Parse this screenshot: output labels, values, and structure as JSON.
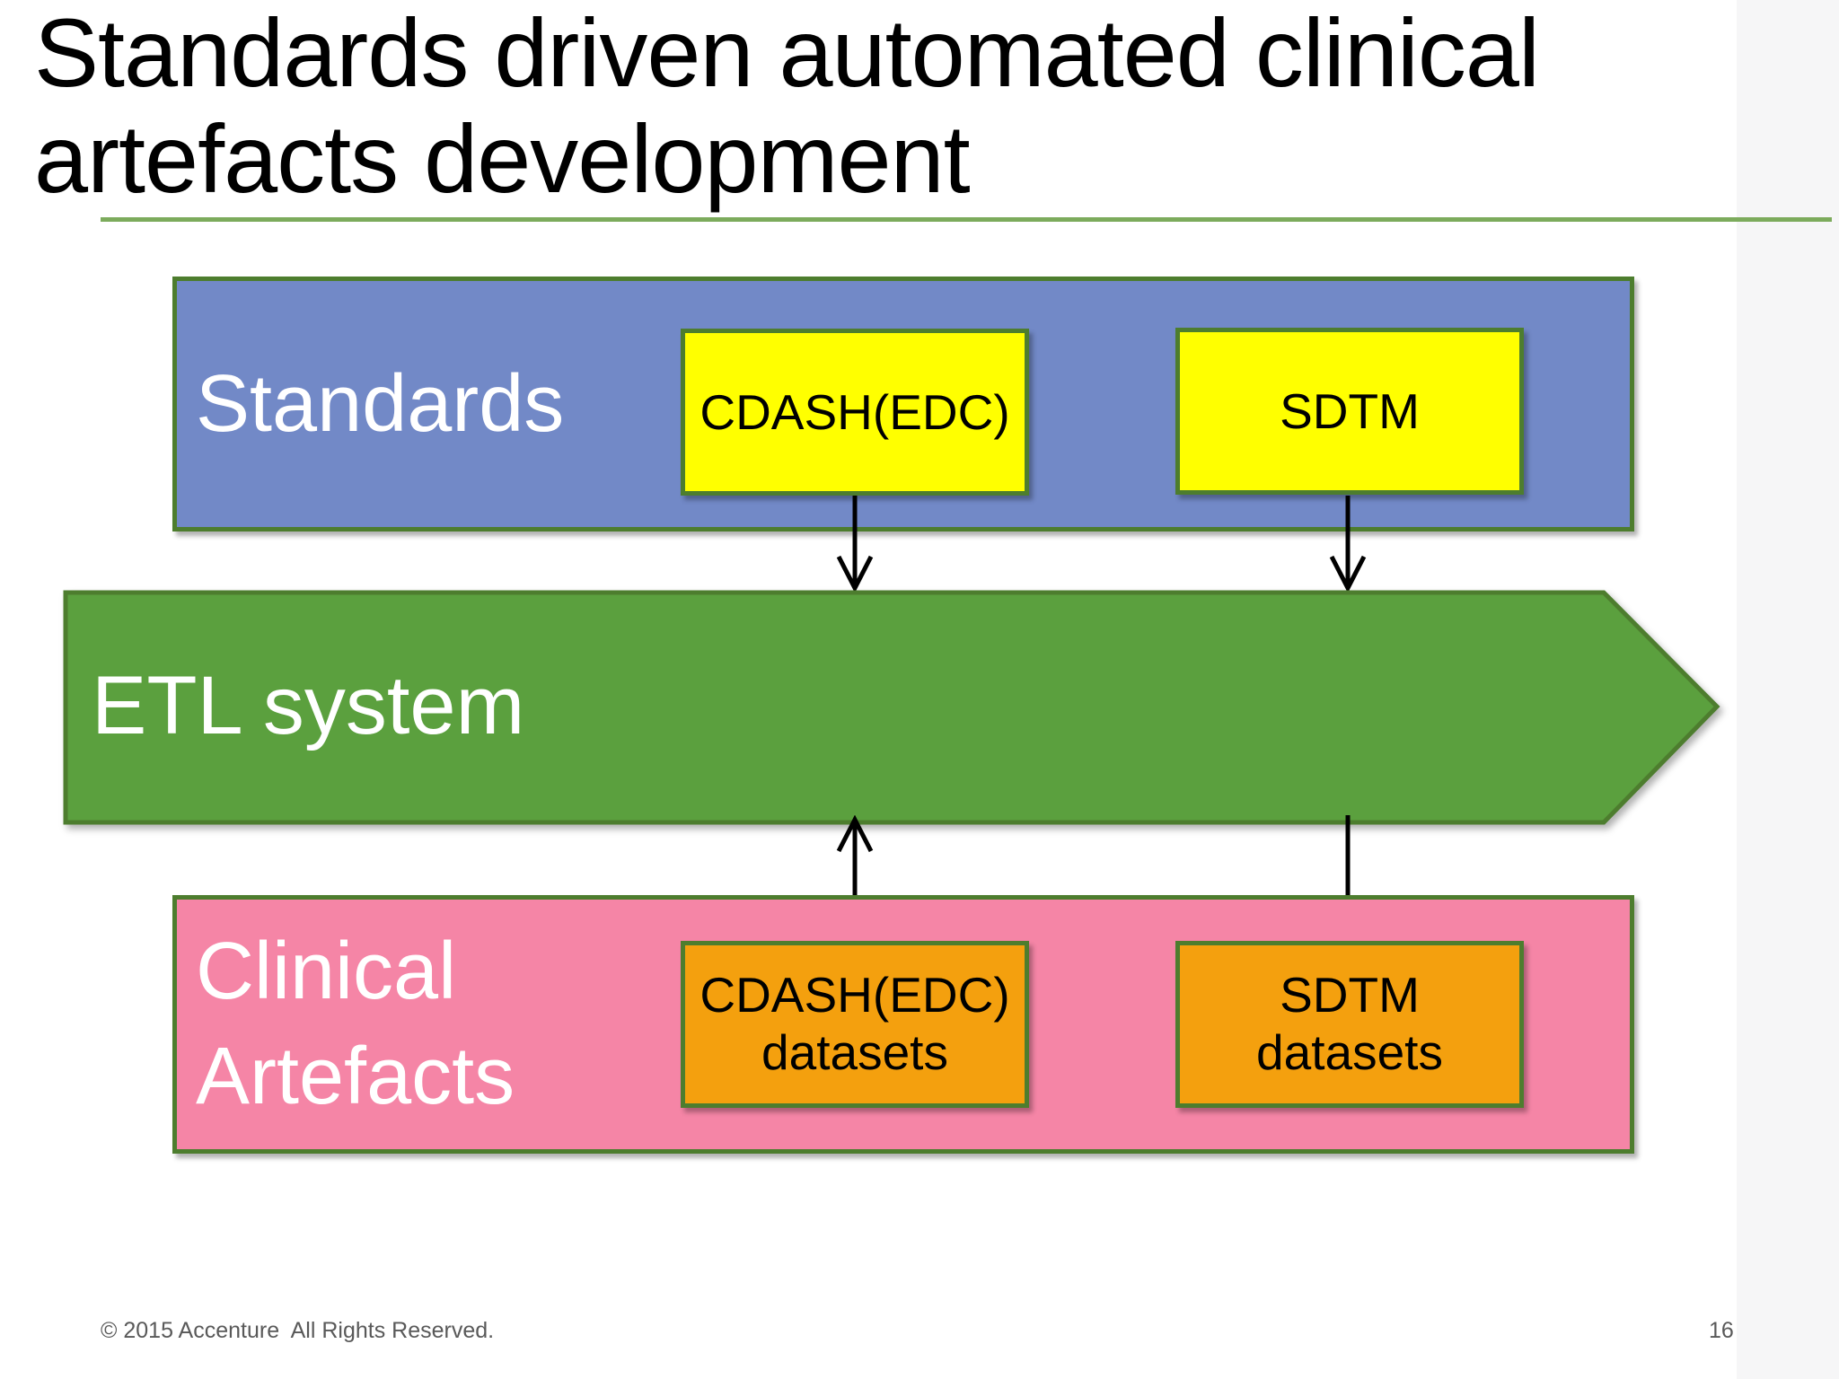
{
  "slide": {
    "title_lines": [
      "Standards driven automated clinical",
      "artefacts development"
    ],
    "footer": "© 2015 Accenture  All Rights Reserved.",
    "page_number": "16"
  },
  "diagram": {
    "standards": {
      "label": "Standards",
      "items": [
        {
          "label": "CDASH(EDC)"
        },
        {
          "label": "SDTM"
        }
      ]
    },
    "etl": {
      "label": "ETL system"
    },
    "artefacts": {
      "label_lines": [
        "Clinical",
        "Artefacts"
      ],
      "items": [
        {
          "lines": [
            "CDASH(EDC)",
            "datasets"
          ]
        },
        {
          "lines": [
            "SDTM",
            "datasets"
          ]
        }
      ]
    },
    "arrows": [
      {
        "name": "cdash-standard-to-etl",
        "direction": "down"
      },
      {
        "name": "sdtm-standard-to-etl",
        "direction": "down"
      },
      {
        "name": "cdash-datasets-to-etl",
        "direction": "up"
      },
      {
        "name": "etl-to-sdtm-datasets",
        "direction": "down"
      }
    ],
    "colors": {
      "standards_fill": "#7289c7",
      "standards_item_fill": "#ffff00",
      "etl_fill": "#5ba03e",
      "artefacts_fill": "#f585a6",
      "artefacts_item_fill": "#f4a00e",
      "border_green": "#4d7d2e",
      "underline_green": "#7cab5c",
      "footer_gray": "#595959"
    }
  }
}
